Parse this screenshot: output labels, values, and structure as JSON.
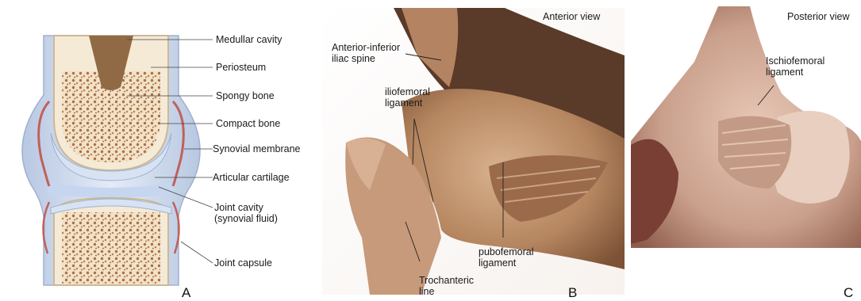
{
  "panel_a": {
    "letter": "A",
    "labels": {
      "medullar_cavity": "Medullar cavity",
      "periosteum": "Periosteum",
      "spongy_bone": "Spongy bone",
      "compact_bone": "Compact bone",
      "synovial_membrane": "Synovial membrane",
      "articular_cartilage": "Articular cartilage",
      "joint_cavity": "Joint cavity\n(synovial fluid)",
      "joint_capsule": "Joint capsule"
    }
  },
  "panel_b": {
    "letter": "B",
    "view": "Anterior view",
    "labels": {
      "anterior_inferior_iliac_spine": "Anterior-inferior\niliac spine",
      "iliofemoral_ligament": "iliofemoral\nligament",
      "pubofemoral_ligament": "pubofemoral\nligament",
      "trochanteric_line": "Trochanteric\nline"
    }
  },
  "panel_c": {
    "letter": "C",
    "view": "Posterior view",
    "labels": {
      "ischiofemoral_ligament": "Ischiofemoral\nligament"
    }
  },
  "colors": {
    "capsule": "#c9d6ea",
    "cartilage": "#d7e3f2",
    "bone_marrow": "#f4e6cf",
    "spongy": "#b07a55",
    "synovial_red": "#c0605a",
    "tissue_dark": "#8a5a3a",
    "tissue_light": "#c89a7a"
  }
}
